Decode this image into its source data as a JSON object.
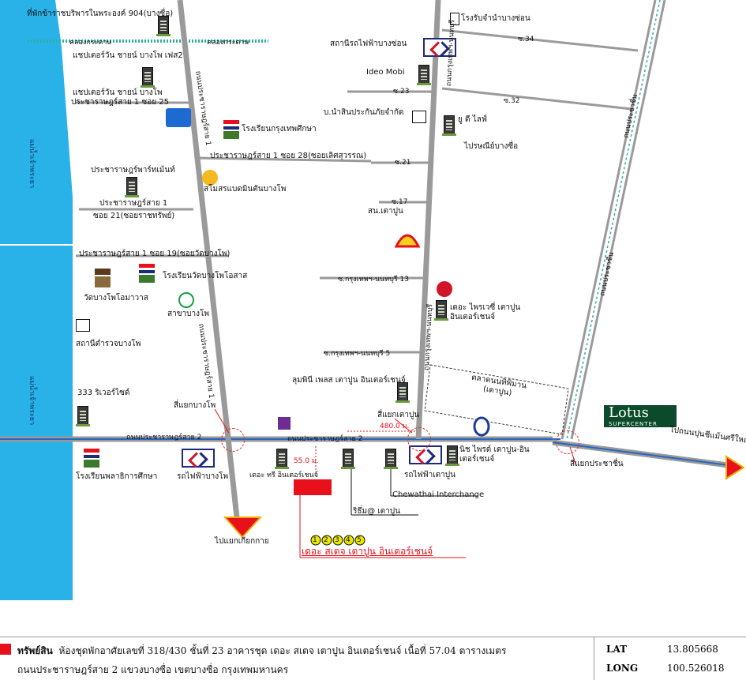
{
  "roads": {
    "khlong_prem": "คลองกระดาษ",
    "prachat_2": "ถนนประชาราษฎร์สาย 2",
    "prachat_2b": "ถนนประชาราษฎร์สาย 2",
    "soi25": "ประชาราษฎร์สาย 1 ซอย 25",
    "soi28": "ประชาราษฎร์สาย 1 ซอย 28(ซอยเลิศสุวรรณ)",
    "soi21": "ซอย 21(ซอยราชทรัพย์)",
    "soi19": "ประชาราษฎร์สาย 1 ซอย 19(ซอยวัดบางโพ)",
    "pracharat1": "ประชาราษฎร์สาย 1",
    "nonthaburi13": "ซ.กรุงเทพฯ-นนทบุรี 13",
    "nonthaburi5": "ซ.กรุงเทพฯ-นนทบุรี 5",
    "s34": "ซ.34",
    "s32": "ซ.32",
    "s23": "ซ.23",
    "s21": "ซ.21",
    "s17": "ซ.17",
    "vertical_left": "ถนนประชาราษฎร์สาย 1",
    "vertical_mid": "ถนนกรุงเทพฯ-นนทบุรี",
    "vertical_right": "ถนนประชาชื่น",
    "river_top": "แม่น้ำเจ้าพระยา",
    "river_bottom": "แม่น้ำเจ้าพระยา"
  },
  "labels": {
    "lodging": "ที่พักข้าราชบริพารในพระองค์ 904(บางซื่อ)",
    "chapter1": "แชปเตอร์วัน ชายน์ บางโพ เฟส2",
    "chapter2": "แชปเตอร์วัน ชายน์ บางโพ",
    "krungthep_school": "โรงเรียนกรุงเทพศึกษา",
    "apartment": "ประชาราษฎร์พาร์ทเม้นท์",
    "badminton": "สโมสรแบดมินตันบางโพ",
    "wat_school": "โรงเรียนวัดบางโพโอสาส",
    "wat": "วัดบางโพโอมาวาส",
    "kbank": "สาขาบางโพ",
    "police": "สถานีตำรวจบางโพ",
    "riverside333": "333 ริเวอร์ไซด์",
    "bangpho_junction": "สี่แยกบางโพ",
    "school_bottom": "โรงเรียนพลาธิการศึกษา",
    "mrt_bangpho": "รถไฟฟ้าบางโพ",
    "to_kiakkai": "ไปแยกเกียกกาย",
    "the_tree": "เดอะ ทรี อินเตอร์เชนจ์",
    "lumpini": "ลุมพินี เพลส เตาปูน อินเตอร์เชนจ์",
    "taopoon_junction": "สี่แยกเตาปูน",
    "market": "ตลาดนนทิพิมาน (เตาปูน)",
    "lotus": "Lotus",
    "lotus_sub": "SUPERCENTER",
    "to_nonthaburi": "ไปถนนปุนชีแม้นศรีใหญ่",
    "pracharuen_junction": "สี่แยกประชาชื่น",
    "niche": "นิช ไพรด์ เตาปูน-อินเตอร์เชนจ์",
    "mrt_taopoon": "รถไฟฟ้าเตาปูน",
    "chewathai": "Chewathai Interchange",
    "rhythm": "ริธึ่ม@ เตาปูน",
    "privacy": "เดอะ ไพรเวซี่ เตาปูน อินเตอร์เชนจ์",
    "tao_poon_police": "สน.เตาปูน",
    "post": "ไปรษณีย์บางซื่อ",
    "udee": "ยู ดี ไลฟ์",
    "insurance": "บ.นำสินประกันภัยจำกัด",
    "ideo": "Ideo Mobi",
    "bangson": "สถานีรถไฟฟ้าบางซ่อน",
    "bangson_school": "โรงรับจำนำบางซ่อน",
    "subject": "เดอะ สเตจ เตาปูน อินเตอร์เชนจ์",
    "dist1": "480.0 ม.",
    "dist2": "55.0 ม.",
    "transit_nums": [
      "1",
      "2",
      "3",
      "4",
      "5"
    ]
  },
  "info": {
    "heading": "ทรัพย์สิน",
    "line1": "ห้องชุดพักอาศัยเลขที่ 318/430 ชั้นที่ 23 อาคารชุด เดอะ สเตจ เตาปูน อินเตอร์เชนจ์ เนื้อที่ 57.04 ตารางเมตร",
    "line2": "ถนนประชาราษฎร์สาย 2 แขวงบางซื่อ เขตบางซื่อ กรุงเทพมหานคร",
    "lat_label": "LAT",
    "lat": "13.805668",
    "long_label": "LONG",
    "long": "100.526018"
  }
}
